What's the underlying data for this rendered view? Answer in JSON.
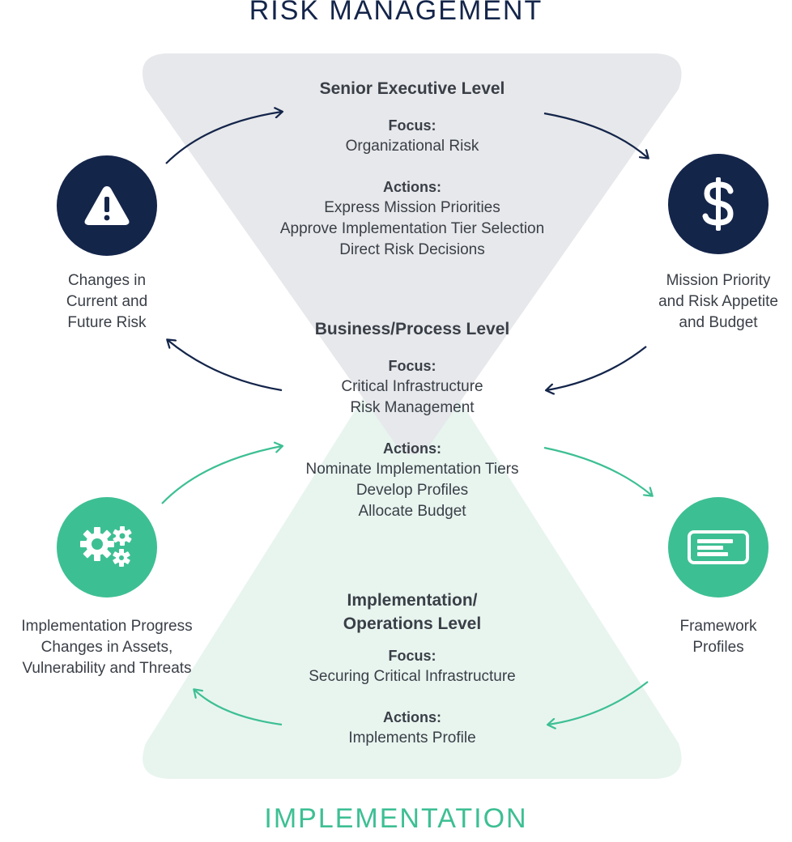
{
  "titles": {
    "top": "RISK MANAGEMENT",
    "bottom": "IMPLEMENTATION"
  },
  "levels": {
    "senior": {
      "title": "Senior Executive Level",
      "focus_label": "Focus:",
      "focus": "Organizational Risk",
      "actions_label": "Actions:",
      "actions": [
        "Express Mission Priorities",
        "Approve Implementation Tier Selection",
        "Direct Risk Decisions"
      ]
    },
    "business": {
      "title": "Business/Process Level",
      "focus_label": "Focus:",
      "focus": [
        "Critical Infrastructure",
        "Risk Management"
      ],
      "actions_label": "Actions:",
      "actions": [
        "Nominate Implementation Tiers",
        "Develop Profiles",
        "Allocate Budget"
      ]
    },
    "implementation": {
      "title": [
        "Implementation/",
        "Operations Level"
      ],
      "focus_label": "Focus:",
      "focus": "Securing Critical Infrastructure",
      "actions_label": "Actions:",
      "actions": [
        "Implements Profile"
      ]
    }
  },
  "side_items": {
    "risk_changes": {
      "icon": "warning-icon",
      "lines": [
        "Changes in",
        "Current and",
        "Future Risk"
      ]
    },
    "mission": {
      "icon": "dollar-icon",
      "lines": [
        "Mission Priority",
        "and Risk Appetite",
        "and Budget"
      ]
    },
    "progress": {
      "icon": "gears-icon",
      "lines": [
        "Implementation Progress",
        "Changes in Assets,",
        "Vulnerability and Threats"
      ]
    },
    "profiles": {
      "icon": "profile-card-icon",
      "lines": [
        "Framework",
        "Profiles"
      ]
    }
  },
  "colors": {
    "navy": "#14254a",
    "green": "#3dbf94",
    "gray_triangle": "#e6e7ea",
    "green_triangle": "#e8f5ef"
  }
}
